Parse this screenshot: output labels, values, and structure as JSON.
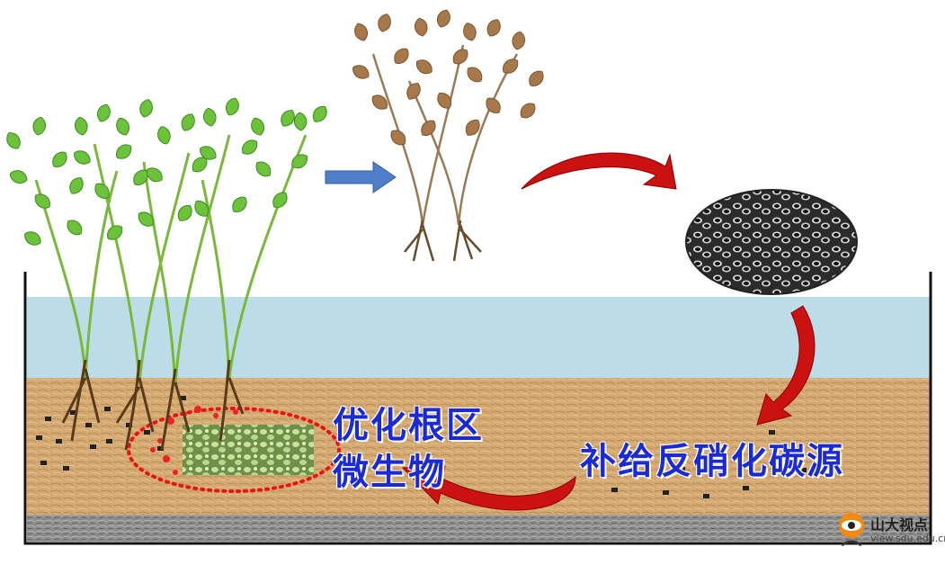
{
  "labels": {
    "microbe_line1": "优化根区",
    "microbe_line2": "微生物",
    "carbon_source": "补给反硝化碳源"
  },
  "watermark": {
    "title": "山大视点",
    "url": "view.sdu.edu.cn"
  },
  "colors": {
    "water": "#bcdde8",
    "soil": "#d2a86e",
    "bottom_layer": "#8a8a8a",
    "arrow_red": "#cc1111",
    "arrow_blue": "#4f7fc8",
    "label_text": "#1a2bd6",
    "fresh_leaf": "#6cc23a",
    "dry_leaf": "#a6784a"
  }
}
